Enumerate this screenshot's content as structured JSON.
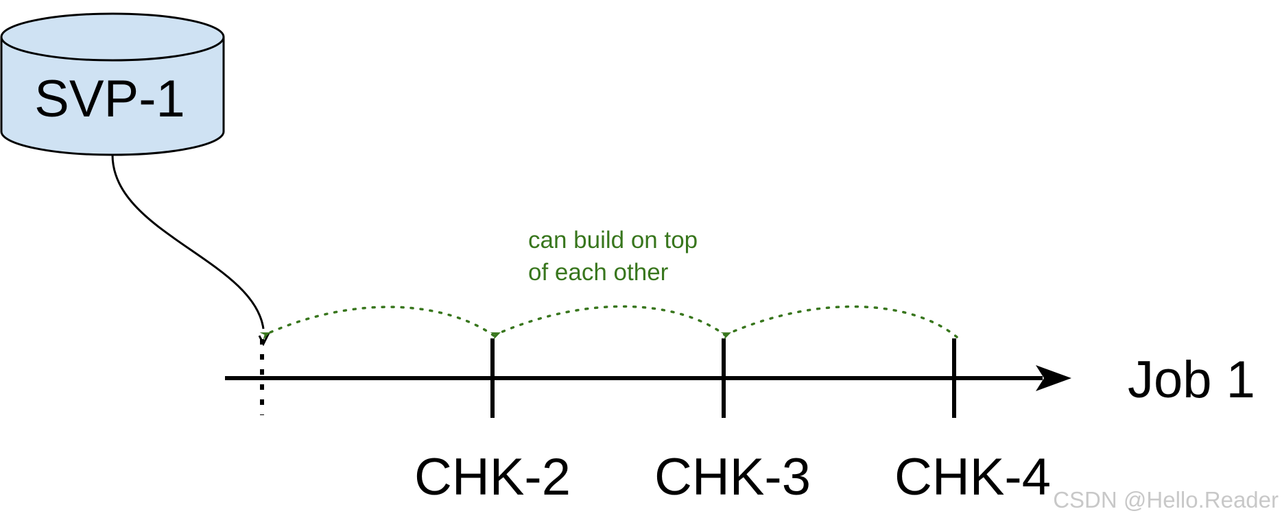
{
  "database": {
    "label": "SVP-1",
    "fill_color": "#cfe2f3",
    "stroke_color": "#000000"
  },
  "timeline": {
    "label": "Job 1",
    "color": "#000000"
  },
  "checkpoints": [
    {
      "label": "CHK-2"
    },
    {
      "label": "CHK-3"
    },
    {
      "label": "CHK-4"
    }
  ],
  "annotation": {
    "lines": [
      "can build on top",
      "of each other"
    ],
    "color": "#38761d"
  },
  "watermark": {
    "text": "CSDN @Hello.Reader",
    "color": "#c8c8c8"
  }
}
